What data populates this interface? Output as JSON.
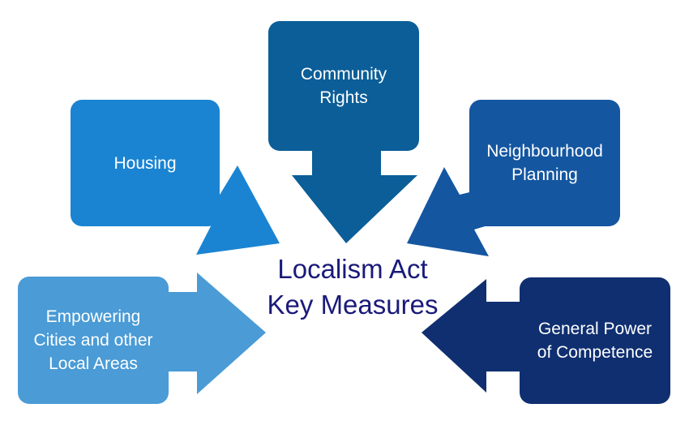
{
  "title": {
    "line1": "Localism Act",
    "line2": "Key Measures"
  },
  "measures": [
    {
      "id": "housing",
      "lines": [
        "Housing"
      ],
      "color": "#1a84d2"
    },
    {
      "id": "community-rights",
      "lines": [
        "Community",
        "Rights"
      ],
      "color": "#0b5e98"
    },
    {
      "id": "neighbourhood-planning",
      "lines": [
        "Neighbourhood",
        "Planning"
      ],
      "color": "#1456a0"
    },
    {
      "id": "empowering-cities",
      "lines": [
        "Empowering",
        "Cities and other",
        "Local Areas"
      ],
      "color": "#4a9bd6"
    },
    {
      "id": "general-power",
      "lines": [
        "General Power",
        "of Competence"
      ],
      "color": "#0f2f70"
    }
  ],
  "colors": {
    "title_text": "#1a1a7a",
    "box_text": "#ffffff"
  }
}
